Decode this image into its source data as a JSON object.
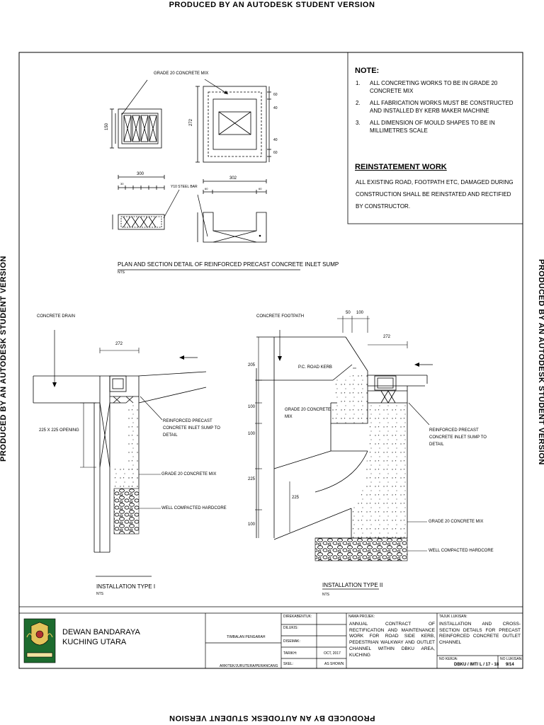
{
  "watermark": {
    "top": "PRODUCED BY AN AUTODESK STUDENT VERSION",
    "bottom": "PRODUCED BY AN AUTODESK STUDENT VERSION",
    "left": "PRODUCED BY AN AUTODESK STUDENT VERSION",
    "right": "PRODUCED BY AN AUTODESK STUDENT VERSION"
  },
  "notes": {
    "title": "NOTE:",
    "items": [
      {
        "num": "1.",
        "text": "ALL CONCRETING WORKS TO BE IN GRADE 20 CONCRETE MIX"
      },
      {
        "num": "2.",
        "text": "ALL FABRICATION WORKS MUST BE CONSTRUCTED AND INSTALLED BY KERB MAKER MACHINE"
      },
      {
        "num": "3.",
        "text": "ALL DIMENSION OF MOULD SHAPES TO BE IN MILLIMETRES SCALE"
      }
    ],
    "reinstatement_title": "REINSTATEMENT WORK",
    "reinstatement_text": "ALL EXISTING ROAD, FOOTPATH ETC, DAMAGED DURING CONSTRUCTION SHALL BE REINSTATED AND RECTIFIED BY CONSTRUCTOR."
  },
  "plan": {
    "grade_label": "GRADE 20 CONCRETE MIX",
    "dim_150": "150",
    "dim_272": "272",
    "dim_300": "300",
    "dim_302": "302",
    "dim_60a": "60",
    "dim_40a": "40",
    "dim_40b": "40",
    "dim_60b": "60",
    "dim_30": "30",
    "dim_60c": "60",
    "dim_60d": "60",
    "steel_bar": "Y10 STEEL BAR",
    "title": "PLAN AND SECTION DETAIL OF REINFORCED PRECAST CONCRETE INLET SUMP",
    "nts": "NTS"
  },
  "type1": {
    "concrete_drain": "CONCRETE DRAIN",
    "dim_272": "272",
    "opening": "225 X 225 OPENING",
    "precast": "REINFORCED PRECAST CONCRETE INLET SUMP TO DETAIL",
    "grade": "GRADE 20 CONCRETE MIX",
    "hardcore": "WELL COMPACTED HARDCORE",
    "title": "INSTALLATION TYPE I",
    "nts": "NTS"
  },
  "type2": {
    "footpath": "CONCRETE FOOTPATH",
    "dim_50": "50",
    "dim_100": "100",
    "dim_272": "272",
    "dim_205": "205",
    "kerb": "P.C. ROAD KERB",
    "dim_100a": "100",
    "dim_100b": "100",
    "dim_225a": "225",
    "dim_225b": "225",
    "dim_100c": "100",
    "grade_a": "GRADE 20 CONCRETE MIX",
    "precast": "REINFORCED PRECAST CONCRETE INLET SUMP TO DETAIL",
    "grade_b": "GRADE 20 CONCRETE MIX",
    "hardcore": "WELL COMPACTED HARDCORE",
    "title": "INSTALLATION TYPE II",
    "nts": "NTS"
  },
  "titleblock": {
    "org": "DEWAN BANDARAYA KUCHING UTARA",
    "timbalan": "TIMBALAN PENGARAH",
    "arkitek": "ARKITEK/JURUTERA/PERANCANG",
    "direkabentuk": "DIREKABENTUK:",
    "dilukis": "DILUKIS:",
    "disemak": "DISEMAK:",
    "tarikh": "TARIKH:",
    "tarikh_val": "OCT, 2017",
    "skel": "SKEL:",
    "skel_val": "AS SHOWN",
    "nama_projek": "NAMA PROJEK:",
    "project": "ANNUAL CONTRACT OF RECTIFICATION AND MAINTENANCE WORK FOR ROAD SIDE KERB, PEDESTRIAN WALKWAY AND OUTLET CHANNEL WITHIN DBKU AREA, KUCHING",
    "tajuk": "TAJUK LUKISAN:",
    "drawing_title": "INSTALLATION AND CROSS-SECTION DETAILS FOR PRECAST REINFORCED CONCRETE OUTLET CHANNEL",
    "no_kerja": "NO KERJA:",
    "no_kerja_val": "DBKU / IMT/ L / 17 - 18",
    "no_lukisan": "NO LUKISAN:",
    "no_lukisan_val": "9/14"
  }
}
